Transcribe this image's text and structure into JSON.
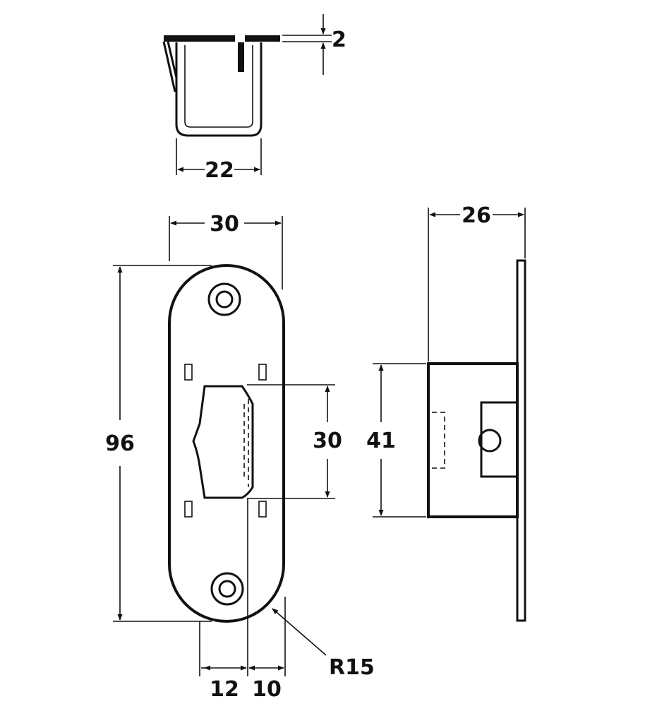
{
  "dimensions": {
    "top_sheet_thickness": "2",
    "top_width": "22",
    "front_width": "30",
    "front_height": "96",
    "opening_height": "30",
    "offset_left": "12",
    "offset_right": "10",
    "corner_radius": "R15",
    "side_depth": "26",
    "box_height": "41"
  }
}
